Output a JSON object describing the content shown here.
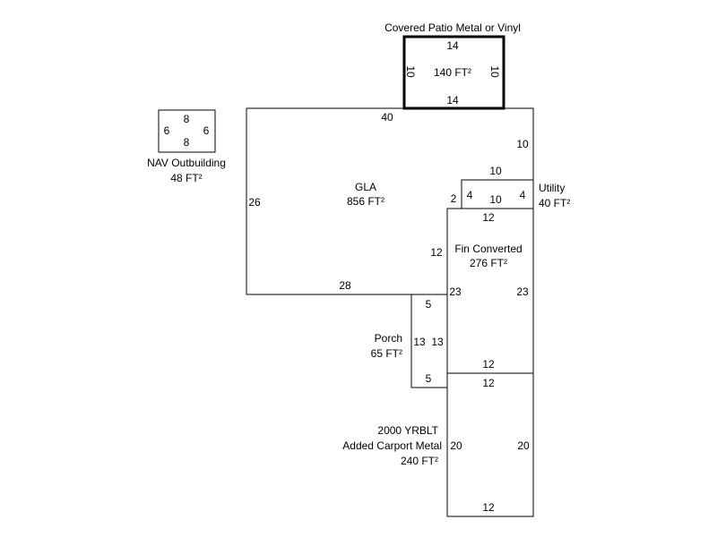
{
  "areas": {
    "patio": {
      "name": "Covered Patio Metal or Vinyl",
      "area": "140 FT²",
      "top": "14",
      "bottom": "14",
      "left": "10",
      "right": "10"
    },
    "gla": {
      "name": "GLA",
      "area": "856 FT²",
      "top": "40",
      "right": "10",
      "notch_top": "10",
      "notch_side": "2",
      "inner": "12",
      "bottom": "28",
      "left": "26"
    },
    "utility": {
      "name": "Utility",
      "area": "40 FT²",
      "left": "4",
      "mid": "10",
      "right": "4"
    },
    "fin": {
      "name": "Fin Converted",
      "area": "276 FT²",
      "top": "12",
      "left": "23",
      "right": "23",
      "bottom": "12"
    },
    "porch": {
      "name": "Porch",
      "area": "65 FT²",
      "top": "5",
      "left": "13",
      "right": "13",
      "bottom": "5"
    },
    "carport": {
      "line1": "2000 YRBLT",
      "name": "Added Carport Metal",
      "area": "240 FT²",
      "top": "12",
      "left": "20",
      "right": "20",
      "bottom": "12"
    },
    "nav": {
      "name": "NAV Outbuilding",
      "area": "48 FT²",
      "top": "8",
      "bottom": "8",
      "left": "6",
      "right": "6"
    }
  }
}
